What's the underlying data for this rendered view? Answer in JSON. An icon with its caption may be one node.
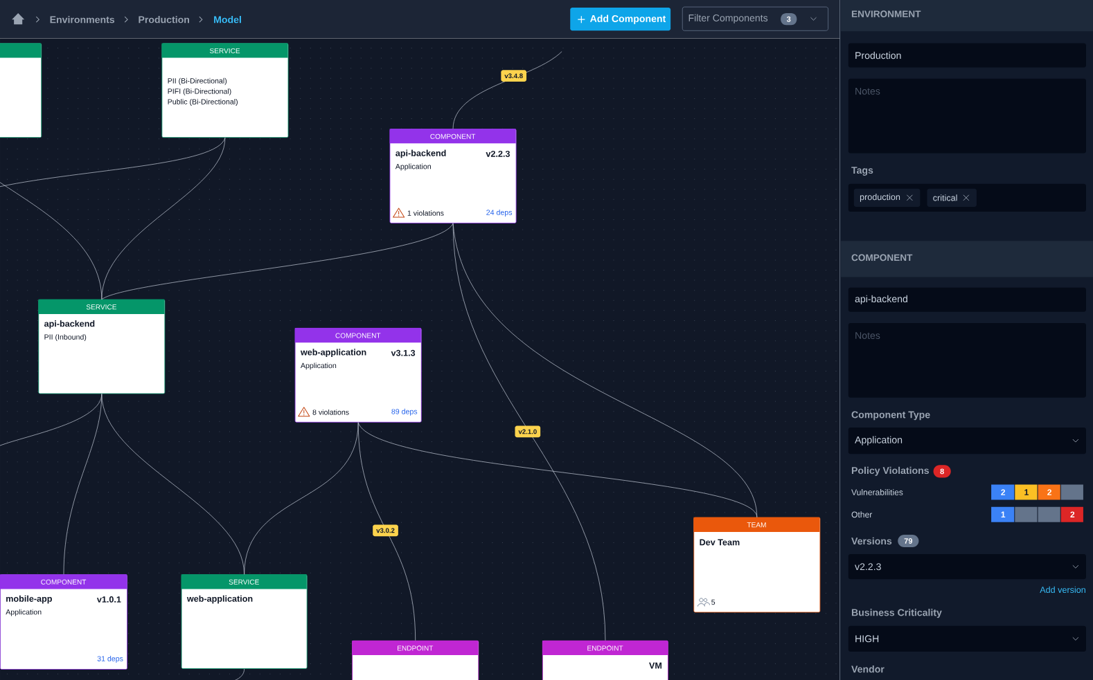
{
  "diagram": {
    "nodes": [
      {
        "text": [],
        "shape": "box"
      },
      {
        "text": [
          "SERVICE",
          "PII (Bi-Directional)",
          "PIFI (Bi-Directional)",
          "Public (Bi-Directional)"
        ]
      },
      {
        "text": [
          "COMPONENT",
          "api-backend",
          "v2.2.3",
          "Application",
          "1 violations",
          "24 deps"
        ]
      },
      {
        "text": [
          "SERVICE",
          "api-backend",
          "PII (Inbound)"
        ]
      },
      {
        "text": [
          "COMPONENT",
          "web-application",
          "v3.1.3",
          "Application",
          "8 violations",
          "89 deps"
        ]
      },
      {
        "text": [
          "TEAM",
          "Dev Team",
          "5"
        ]
      },
      {
        "text": [
          "COMPONENT",
          "mobile-app",
          "v1.0.1",
          "Application",
          "31 deps"
        ]
      },
      {
        "text": [
          "SERVICE",
          "web-application"
        ]
      },
      {
        "text": [
          "ENDPOINT"
        ]
      },
      {
        "text": [
          "ENDPOINT",
          "VM"
        ]
      }
    ],
    "edges": [
      {
        "from": null,
        "to": 2,
        "arrow": "none",
        "label": "v3.4.8"
      },
      {
        "from": 1,
        "to": null,
        "arrow": "none"
      },
      {
        "from": null,
        "to": 3,
        "arrow": "none"
      },
      {
        "from": 1,
        "to": 3,
        "arrow": "none"
      },
      {
        "from": 2,
        "to": 3,
        "arrow": "none"
      },
      {
        "from": 3,
        "to": null,
        "arrow": "none"
      },
      {
        "from": 3,
        "to": 6,
        "arrow": "none"
      },
      {
        "from": 3,
        "to": 7,
        "arrow": "none"
      },
      {
        "from": 4,
        "to": 7,
        "arrow": "none"
      },
      {
        "from": 4,
        "to": 8,
        "arrow": "none",
        "label": "v3.0.2"
      },
      {
        "from": 4,
        "to": 5,
        "arrow": "none"
      },
      {
        "from": 2,
        "to": 9,
        "arrow": "none",
        "label": "v2.1.0"
      },
      {
        "from": 2,
        "to": 5,
        "arrow": "none"
      },
      {
        "from": 7,
        "to": null,
        "arrow": "none"
      }
    ],
    "labels": [
      "Environments",
      "Production",
      "Model",
      "Add Component",
      "Filter Components",
      "3",
      "ENVIRONMENT",
      "Production",
      "Notes",
      "Tags",
      "production",
      "critical",
      "COMPONENT",
      "api-backend",
      "Notes",
      "Component Type",
      "Application",
      "Policy Violations",
      "8",
      "Vulnerabilities",
      "2",
      "1",
      "2",
      "Other",
      "1",
      "2",
      "Versions",
      "79",
      "v2.2.3",
      "Add version",
      "Business Criticality",
      "HIGH",
      "Vendor"
    ]
  }
}
